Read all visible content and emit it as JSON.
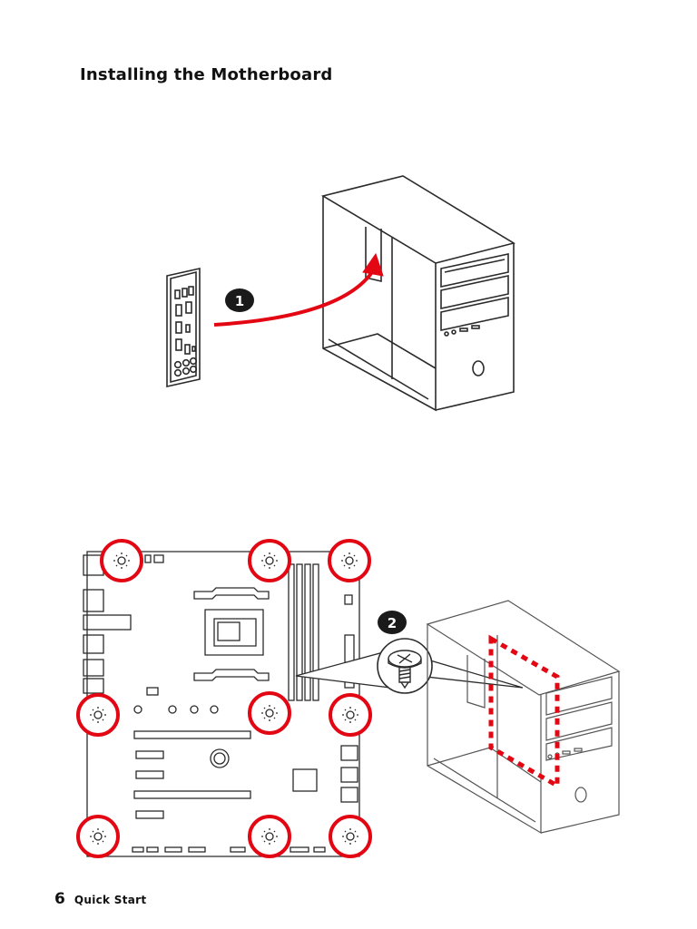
{
  "page": {
    "title": "Installing the Motherboard",
    "page_number": "6",
    "footer_label": "Quick Start"
  },
  "steps": [
    {
      "number": "1",
      "icon": "io-shield-install"
    },
    {
      "number": "2",
      "icon": "motherboard-screw-install"
    }
  ],
  "colors": {
    "accent": "#e30613",
    "line": "#2b2b2b",
    "badge": "#1a1a1a"
  }
}
